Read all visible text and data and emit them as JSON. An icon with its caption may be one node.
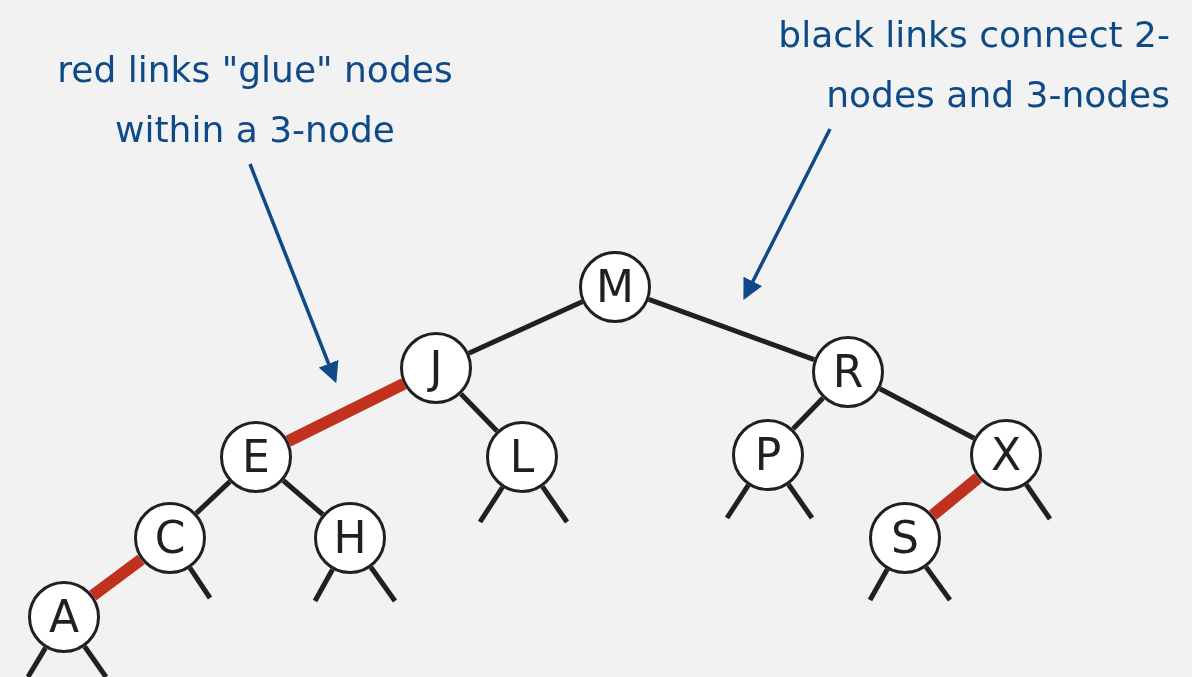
{
  "diagram": {
    "nodes": [
      {
        "text": [
          "red links \"glue\" nodes within a 3-node"
        ]
      },
      {
        "text": [
          "black links connect 2-nodes and 3-nodes"
        ]
      },
      {
        "text": [
          "M"
        ]
      },
      {
        "text": [
          "J"
        ]
      },
      {
        "text": [
          "R"
        ]
      },
      {
        "text": [
          "E"
        ]
      },
      {
        "text": [
          "L"
        ]
      },
      {
        "text": [
          "P"
        ]
      },
      {
        "text": [
          "X"
        ]
      },
      {
        "text": [
          "C"
        ]
      },
      {
        "text": [
          "H"
        ]
      },
      {
        "text": [
          "S"
        ]
      },
      {
        "text": [
          "A"
        ]
      }
    ],
    "edges": [
      {
        "from": 2,
        "to": 3,
        "arrow": "none"
      },
      {
        "from": 2,
        "to": 4,
        "arrow": "none"
      },
      {
        "from": 3,
        "to": 5,
        "arrow": "none",
        "style": "thick",
        "color": "#c0311f"
      },
      {
        "from": 3,
        "to": 6,
        "arrow": "none"
      },
      {
        "from": 4,
        "to": 7,
        "arrow": "none"
      },
      {
        "from": 4,
        "to": 8,
        "arrow": "none"
      },
      {
        "from": 5,
        "to": 9,
        "arrow": "none"
      },
      {
        "from": 5,
        "to": 10,
        "arrow": "none"
      },
      {
        "from": 8,
        "to": 11,
        "arrow": "none",
        "style": "thick",
        "color": "#c0311f"
      },
      {
        "from": 9,
        "to": 12,
        "arrow": "none",
        "style": "thick",
        "color": "#c0311f"
      },
      {
        "from": 12,
        "to": null,
        "arrow": "none"
      },
      {
        "from": 12,
        "to": null,
        "arrow": "none"
      },
      {
        "from": 9,
        "to": null,
        "arrow": "none"
      },
      {
        "from": 10,
        "to": null,
        "arrow": "none"
      },
      {
        "from": 10,
        "to": null,
        "arrow": "none"
      },
      {
        "from": 6,
        "to": null,
        "arrow": "none"
      },
      {
        "from": 6,
        "to": null,
        "arrow": "none"
      },
      {
        "from": 7,
        "to": null,
        "arrow": "none"
      },
      {
        "from": 7,
        "to": null,
        "arrow": "none"
      },
      {
        "from": 11,
        "to": null,
        "arrow": "none"
      },
      {
        "from": 11,
        "to": null,
        "arrow": "none"
      },
      {
        "from": 8,
        "to": null,
        "arrow": "none"
      },
      {
        "from": 0,
        "to": null,
        "arrow": "to",
        "color": "#0d4a87"
      },
      {
        "from": 1,
        "to": null,
        "arrow": "to",
        "color": "#0d4a87"
      }
    ]
  }
}
